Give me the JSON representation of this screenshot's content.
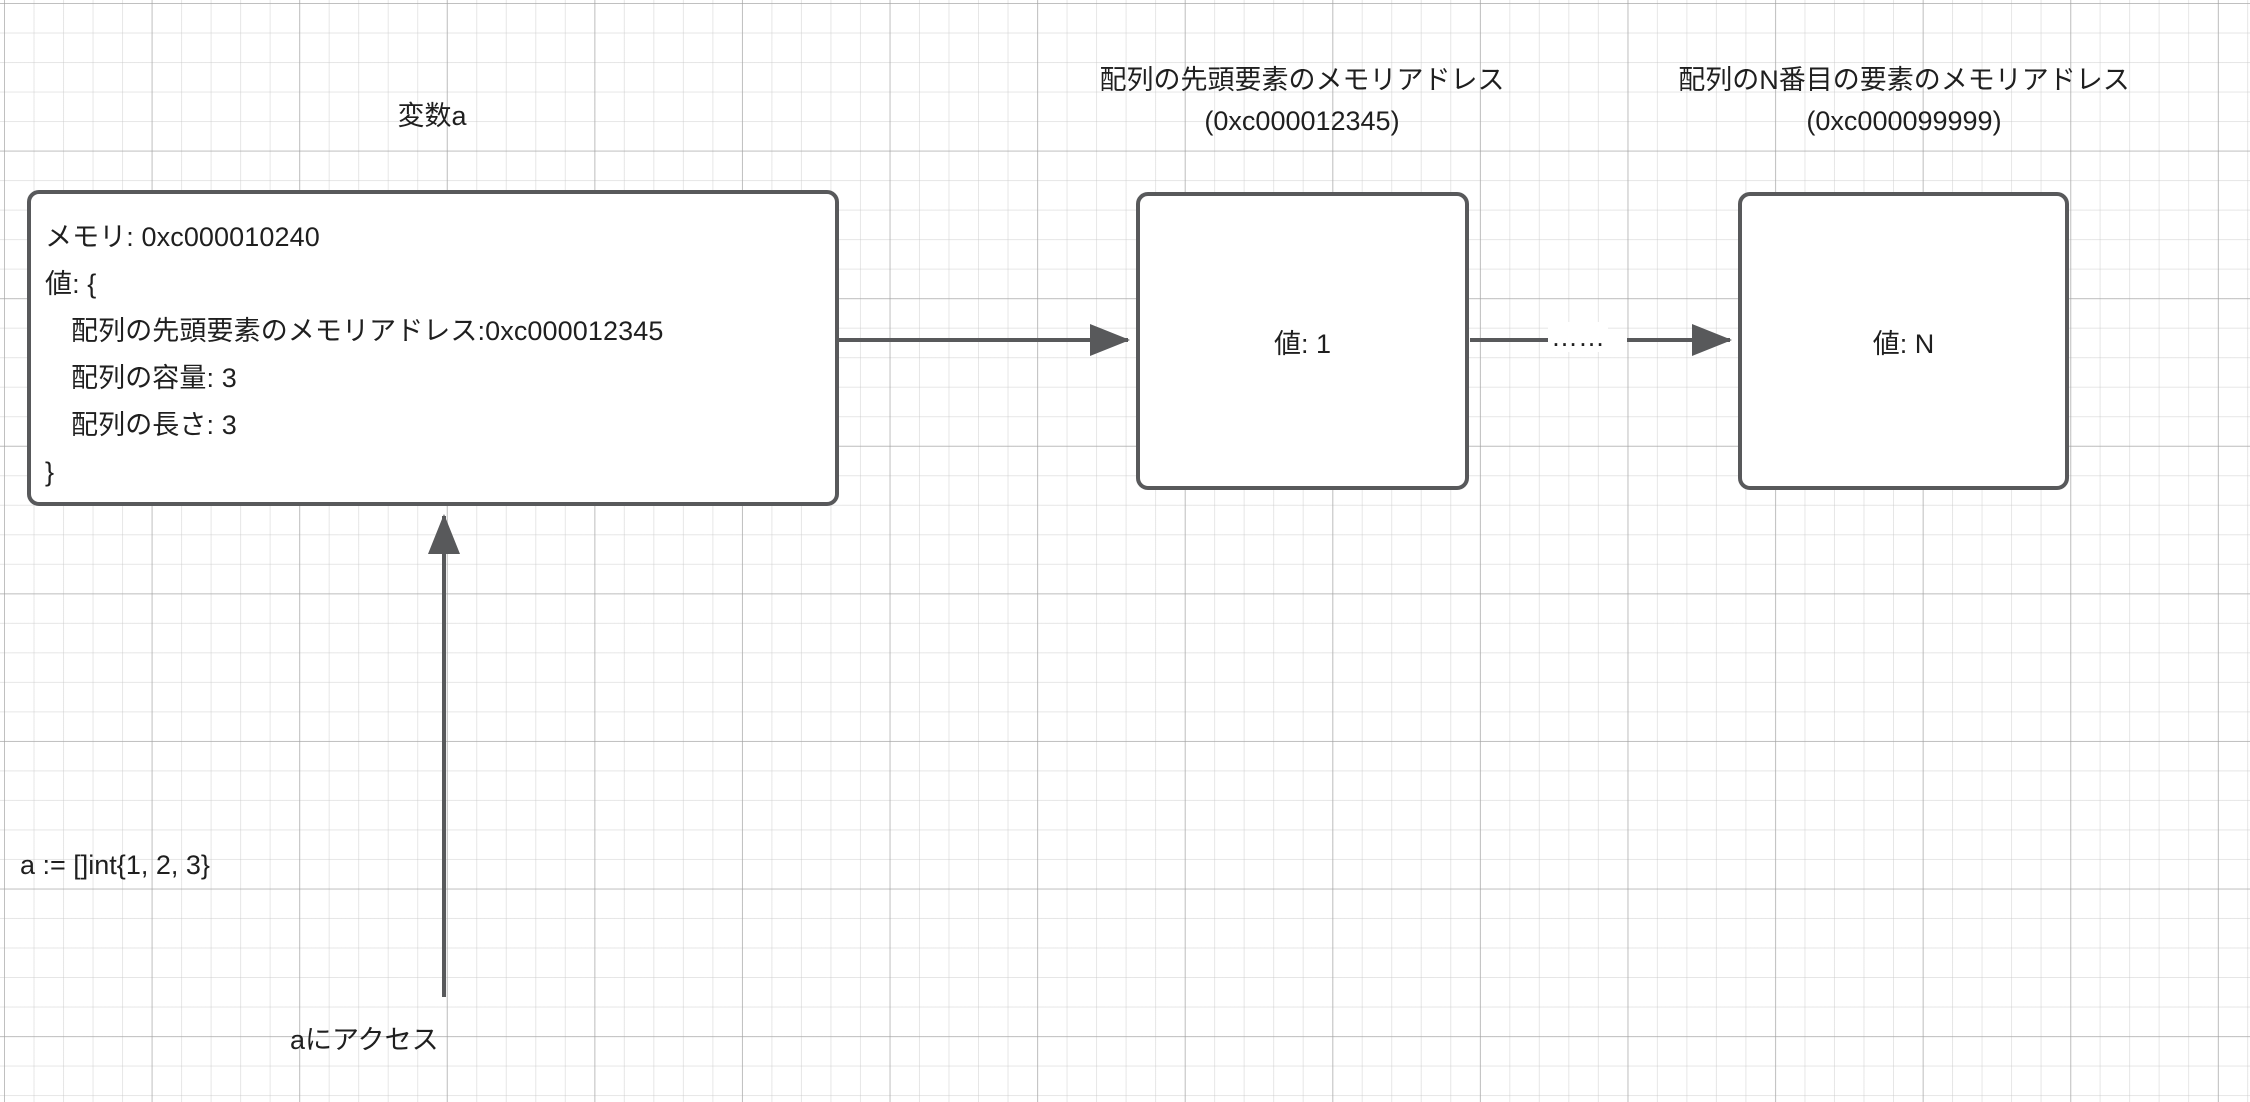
{
  "diagram": {
    "title_var_a": "変数a",
    "caption_head_address": "配列の先頭要素のメモリアドレス(0xc000012345)",
    "caption_nth_address": "配列のN番目の要素のメモリアドレス(0xc000099999)",
    "code_label": "a := []int{1, 2, 3}",
    "access_label": "aにアクセス",
    "ellipsis_label": "……",
    "memory_box": {
      "lines": [
        "メモリ: 0xc000010240",
        "値: {",
        "配列の先頭要素のメモリアドレス:0xc000012345",
        "配列の容量: 3",
        "配列の長さ: 3",
        "}"
      ]
    },
    "element_boxes": [
      {
        "value_label": "値: 1"
      },
      {
        "value_label": "値: N"
      }
    ],
    "colors": {
      "node_border": "#58595b",
      "edge": "#58595b",
      "text": "#1f1f1f",
      "background": "#ffffff",
      "grid_minor": "#c8c8c8",
      "grid_major": "#a0a0a0"
    }
  }
}
